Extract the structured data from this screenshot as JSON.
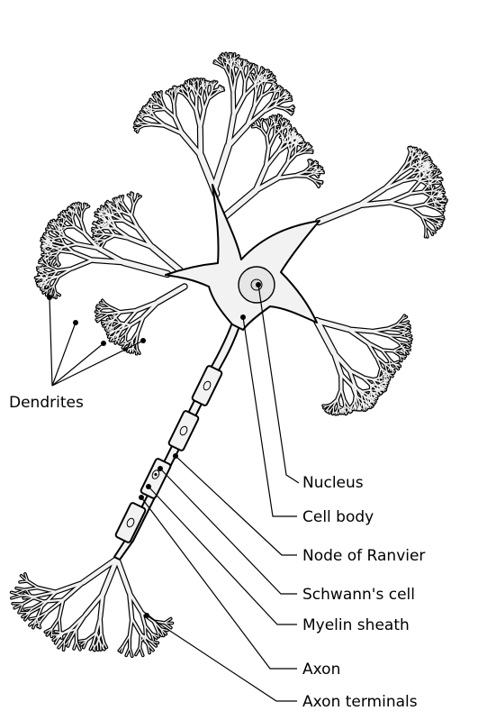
{
  "labels": {
    "dendrites": "Dendrites",
    "nucleus": "Nucleus",
    "cell_body": "Cell body",
    "node_of_ranvier": "Node of Ranvier",
    "schwanns_cell": "Schwann's cell",
    "myelin_sheath": "Myelin sheath",
    "axon": "Axon",
    "axon_terminals": "Axon terminals"
  },
  "colors": {
    "outline": "#000000",
    "cell_fill": "#f2f2f2",
    "soma_fill": "#e6e6e6",
    "nucleus_fill": "#d9d9d9",
    "background": "#ffffff"
  }
}
